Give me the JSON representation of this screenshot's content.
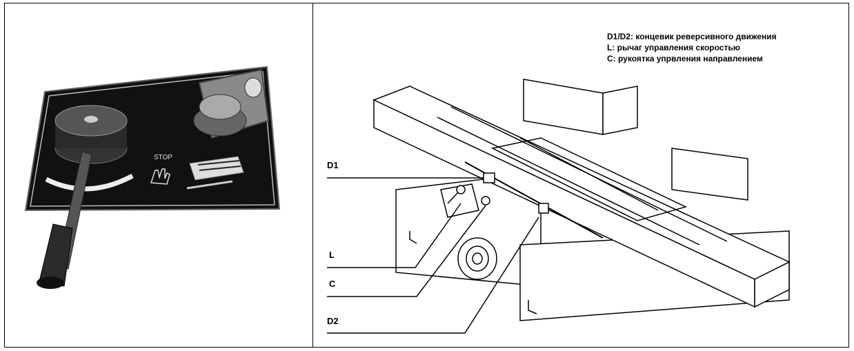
{
  "legend": [
    "D1/D2: концевик реверсивного движения",
    "L: рычаг управления скоростью",
    "C: рукоятка упрвления направлением"
  ],
  "callouts": {
    "d1": "D1",
    "l": "L",
    "c": "C",
    "d2": "D2"
  },
  "photo": {
    "plate_label": "STOP"
  }
}
